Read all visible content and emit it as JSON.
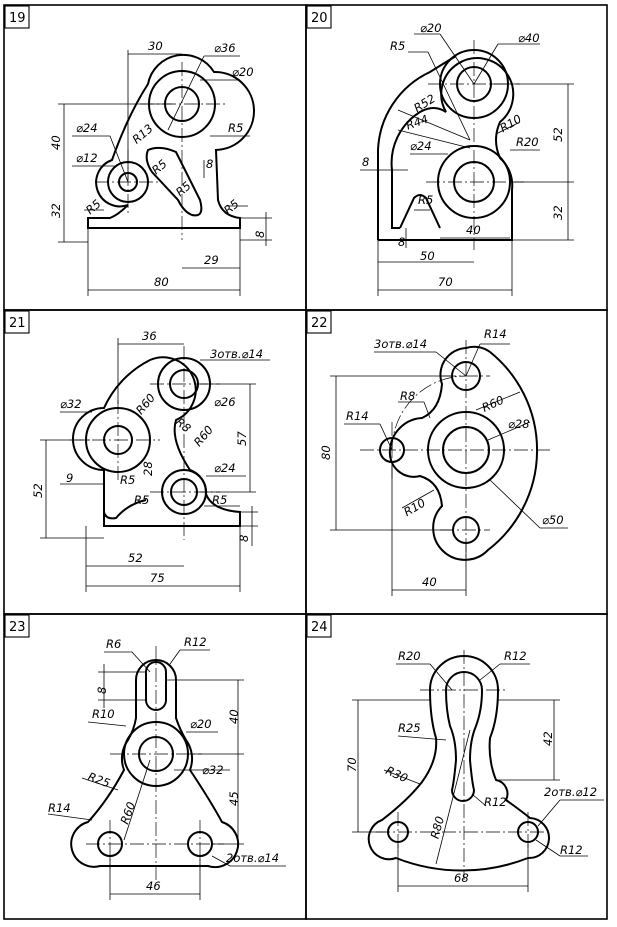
{
  "panels": [
    {
      "number": "19",
      "dims": [
        "30",
        "⌀36",
        "⌀20",
        "40",
        "⌀24",
        "⌀12",
        "R13",
        "R5",
        "R5",
        "R5",
        "R5",
        "R5",
        "8",
        "32",
        "8",
        "29",
        "80"
      ]
    },
    {
      "number": "20",
      "dims": [
        "⌀20",
        "⌀40",
        "R5",
        "R52",
        "R44",
        "R10",
        "52",
        "8",
        "⌀24",
        "R20",
        "R5",
        "32",
        "40",
        "8",
        "50",
        "70"
      ]
    },
    {
      "number": "21",
      "dims": [
        "36",
        "3отв.⌀14",
        "⌀32",
        "R60",
        "⌀26",
        "R8",
        "R60",
        "57",
        "52",
        "9",
        "R5",
        "28",
        "R5",
        "⌀24",
        "R5",
        "8",
        "52",
        "75"
      ]
    },
    {
      "number": "22",
      "dims": [
        "R14",
        "3отв.⌀14",
        "R8",
        "R60",
        "R14",
        "⌀28",
        "80",
        "R10",
        "⌀50",
        "40"
      ]
    },
    {
      "number": "23",
      "dims": [
        "R6",
        "R12",
        "8",
        "40",
        "R10",
        "⌀20",
        "R25",
        "⌀32",
        "45",
        "R14",
        "R60",
        "2отв.⌀14",
        "46"
      ]
    },
    {
      "number": "24",
      "dims": [
        "R20",
        "R12",
        "42",
        "R25",
        "70",
        "R30",
        "R12",
        "2отв.⌀12",
        "R80",
        "R12",
        "68"
      ]
    }
  ]
}
